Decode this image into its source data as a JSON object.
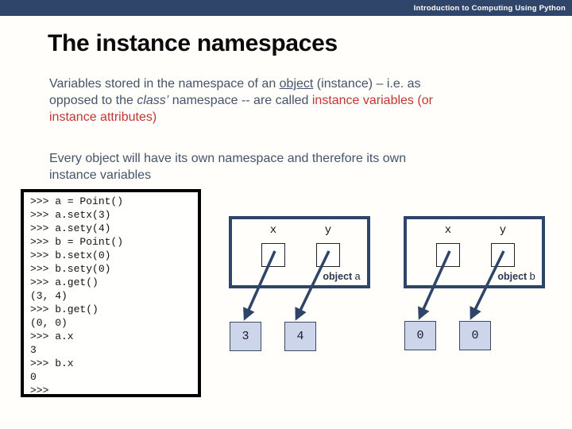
{
  "header": {
    "text": "Introduction to Computing Using Python"
  },
  "title": "The instance namespaces",
  "body": {
    "p1": {
      "l1": {
        "s1": "Variables stored in the namespace of an ",
        "s2_underlined": "object",
        "s3": " (instance) – i.e. as"
      },
      "l2": {
        "s1": "opposed to the ",
        "s2_italic": "class’",
        "s3": " namespace -- are called ",
        "s4_red": "instance variables (or"
      },
      "l3": {
        "s1_red": "instance attributes)"
      }
    },
    "p2": {
      "l1": "Every object will have its own namespace and therefore its own",
      "l2": "instance variables"
    }
  },
  "code": {
    "lines": [
      ">>> a = Point()",
      ">>> a.setx(3)",
      ">>> a.sety(4)",
      ">>> b = Point()",
      ">>> b.setx(0)",
      ">>> b.sety(0)",
      ">>> a.get()",
      "(3, 4)",
      ">>> b.get()",
      "(0, 0)",
      ">>> a.x",
      "3",
      ">>> b.x",
      "0",
      ">>>"
    ]
  },
  "diagram": {
    "caption_prefix": "object",
    "objects": [
      {
        "name": "a",
        "var_labels": [
          "x",
          "y"
        ],
        "values": [
          "3",
          "4"
        ]
      },
      {
        "name": "b",
        "var_labels": [
          "x",
          "y"
        ],
        "values": [
          "0",
          "0"
        ]
      }
    ]
  },
  "colors": {
    "header_bar": "#2f4569",
    "title_text": "#0a0a0a",
    "body_text": "#44546a",
    "highlight_red": "#c23535",
    "diagram_navy": "#2e4568",
    "value_cell_fill": "#ccd5ea",
    "code_border": "#000000"
  }
}
